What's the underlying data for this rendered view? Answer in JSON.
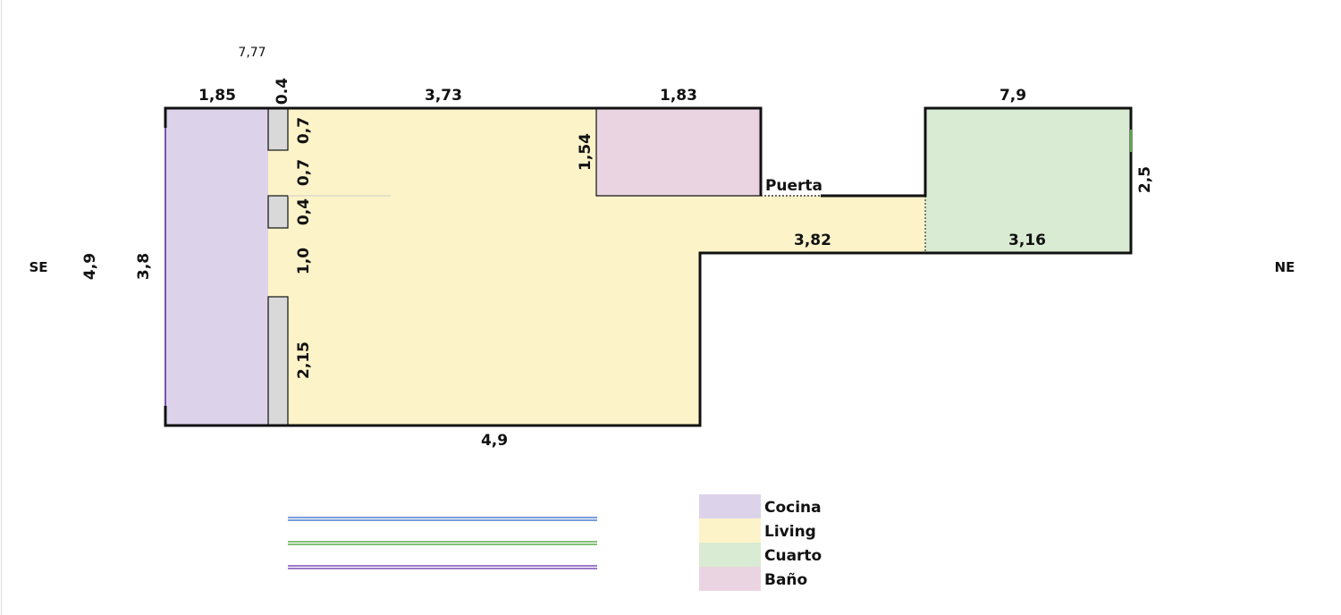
{
  "colors": {
    "cocina": "#dcd3ea",
    "living": "#fdf3c9",
    "cuarto": "#d9ebd2",
    "bano": "#ead4e1",
    "pillar": "#d9d9d9",
    "wall": "#111111",
    "line_blue": "#4a7fd0",
    "line_green": "#5aac4a",
    "line_purple": "#7b4fb5"
  },
  "labels": {
    "top_small": "7,77",
    "cocina_top": "1,85",
    "pillar_top": "0.4",
    "living_top": "3,73",
    "bano_top": "1,83",
    "cuarto_top": "7,9",
    "pillar1_side": "0,7",
    "gap1_side": "0,7",
    "pillar2_side": "0,4",
    "gap2_side": "1,0",
    "pillar3_side": "2,15",
    "bano_side": "1,54",
    "door": "Puerta",
    "corridor_bottom": "3,82",
    "cuarto_bottom": "3,16",
    "cuarto_side": "2,5",
    "outer_left": "4,9",
    "inner_left": "3,8",
    "living_bottom": "4,9",
    "compass_left": "SE",
    "compass_right": "NE"
  },
  "legend": [
    {
      "label": "Cocina",
      "color": "#dcd3ea"
    },
    {
      "label": "Living",
      "color": "#fdf3c9"
    },
    {
      "label": "Cuarto",
      "color": "#d9ebd2"
    },
    {
      "label": "Baño",
      "color": "#ead4e1"
    }
  ]
}
